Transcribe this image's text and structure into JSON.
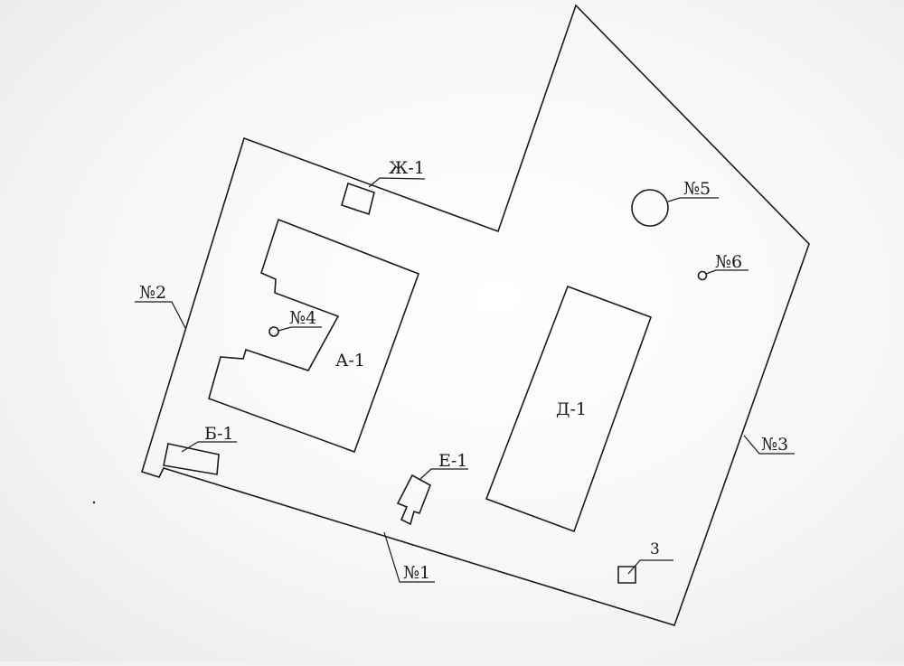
{
  "labels": {
    "building_zh": "Ж-1",
    "building_a": "А-1",
    "building_b": "Б-1",
    "building_d": "Д-1",
    "building_e": "Е-1",
    "point_3": "3",
    "n1": "№1",
    "n2": "№2",
    "n3": "№3",
    "n4": "№4",
    "n5": "№5",
    "n6": "№6"
  }
}
